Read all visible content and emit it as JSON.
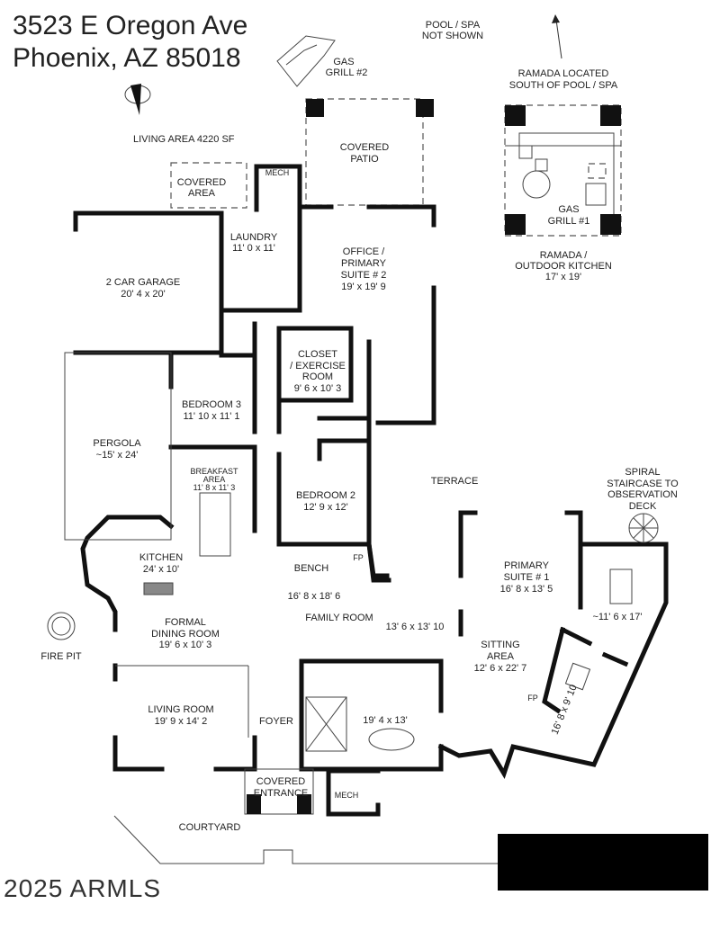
{
  "header": {
    "address_line1": "3523 E Oregon Ave",
    "address_line2": "Phoenix, AZ  85018"
  },
  "living_area": "LIVING AREA    4220 SF",
  "notes": {
    "pool": [
      "POOL / SPA",
      "NOT SHOWN"
    ],
    "ramada_location": [
      "RAMADA LOCATED",
      "SOUTH OF POOL / SPA"
    ],
    "gas_grill_2": [
      "GAS",
      "GRILL #2"
    ],
    "gas_grill_1": [
      "GAS",
      "GRILL #1"
    ],
    "spiral": [
      "SPIRAL",
      "STAIRCASE TO",
      "OBSERVATION",
      "DECK"
    ]
  },
  "rooms": {
    "covered_patio": [
      "COVERED",
      "PATIO"
    ],
    "covered_area": [
      "COVERED",
      "AREA"
    ],
    "mech_top": "MECH",
    "laundry": [
      "LAUNDRY",
      "11' 0 x 11'"
    ],
    "office": [
      "OFFICE /",
      "PRIMARY",
      "SUITE # 2",
      "19' x 19' 9"
    ],
    "ramada": [
      "RAMADA /",
      "OUTDOOR  KITCHEN",
      "17' x 19'"
    ],
    "garage": [
      "2 CAR GARAGE",
      "20' 4 x 20'"
    ],
    "closet": [
      "CLOSET",
      "/ EXERCISE",
      "ROOM",
      "9' 6 x 10' 3"
    ],
    "bedroom3": [
      "BEDROOM 3",
      "11' 10 x 11' 1"
    ],
    "pergola": [
      "PERGOLA",
      "~15' x 24'"
    ],
    "breakfast": [
      "BREAKFAST",
      "AREA",
      "11' 8 x 11' 3"
    ],
    "terrace": "TERRACE",
    "bedroom2": [
      "BEDROOM 2",
      "12' 9 x 12'"
    ],
    "kitchen": [
      "KITCHEN",
      "24' x 10'"
    ],
    "bench": "BENCH",
    "fp": "FP",
    "family_room": [
      "16' 8 x 18' 6",
      "FAMILY ROOM"
    ],
    "den": "13' 6 x 13' 10",
    "primary_suite": [
      "PRIMARY",
      "SUITE # 1",
      "16' 8 x 13' 5"
    ],
    "wing": "~11' 6 x 17'",
    "sitting_area": [
      "SITTING",
      "AREA",
      "12' 6 x 22' 7"
    ],
    "wing_lower": "16' 8 x 9' 10",
    "fire_pit": "FIRE PIT",
    "formal_dining": [
      "FORMAL",
      "DINING ROOM",
      "19' 6 x 10' 3"
    ],
    "living_room": [
      "LIVING ROOM",
      "19' 9 x 14' 2"
    ],
    "foyer": "FOYER",
    "primary_bath": "19' 4 x 13'",
    "covered_entrance": [
      "COVERED",
      "ENTRANCE"
    ],
    "mech_bottom": "MECH",
    "courtyard": "COURTYARD"
  },
  "footer": {
    "copyright": "2025 ARMLS"
  },
  "icons": {
    "north": "compass-north-icon",
    "spiral_stair": "spiral-staircase-icon"
  }
}
